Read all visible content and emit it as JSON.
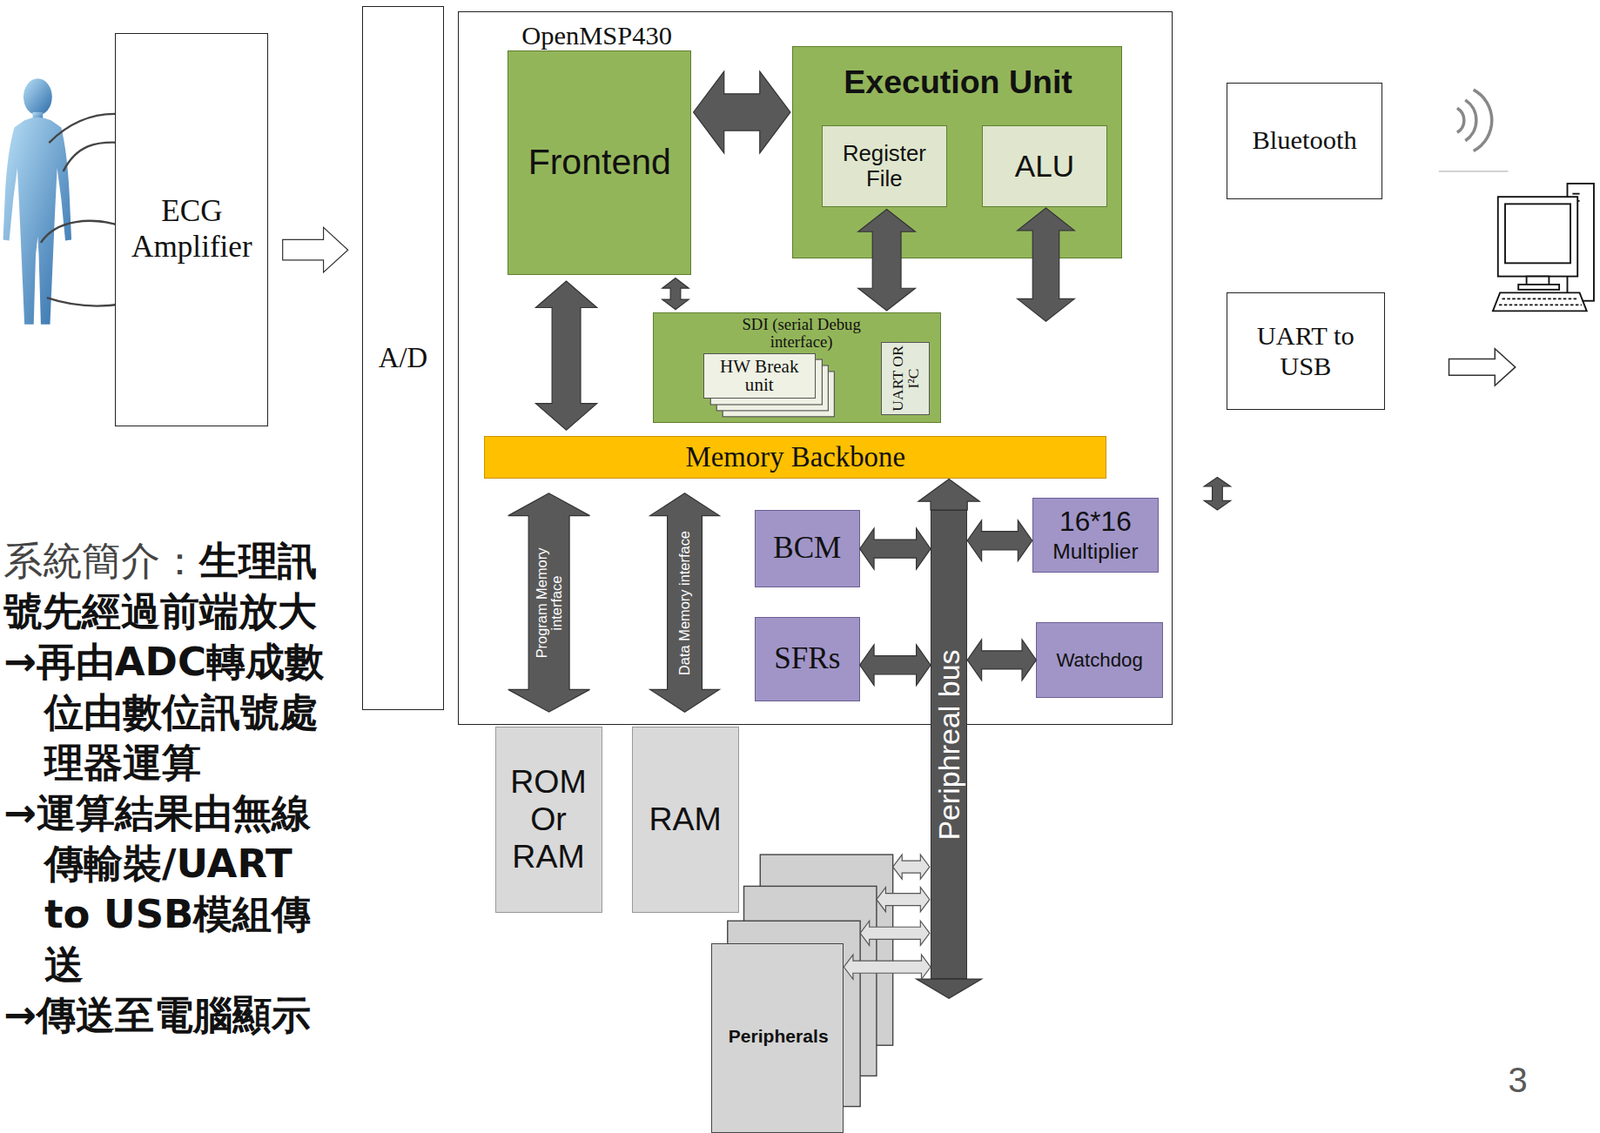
{
  "diagram": {
    "nodes": [
      {
        "text": [
          "ECG Amplifier"
        ]
      },
      {
        "text": [
          "A/D"
        ]
      },
      {
        "text": [
          "OpenMSP430"
        ]
      },
      {
        "text": [
          "Frontend"
        ],
        "in": 2
      },
      {
        "text": [
          "Execution Unit"
        ],
        "in": 2
      },
      {
        "text": [
          "Register File"
        ],
        "in": 4
      },
      {
        "text": [
          "ALU"
        ],
        "in": 4
      },
      {
        "text": [
          "SDI (serial Debug interface)"
        ],
        "in": 2
      },
      {
        "text": [
          "HW Break unit"
        ],
        "in": 7
      },
      {
        "text": [
          "UART OR I²C"
        ],
        "in": 7
      },
      {
        "text": [
          "Memory Backbone"
        ],
        "in": 2
      },
      {
        "text": [
          "BCM"
        ],
        "in": 2
      },
      {
        "text": [
          "16*16",
          "Multiplier"
        ],
        "in": 2
      },
      {
        "text": [
          "SFRs"
        ],
        "in": 2
      },
      {
        "text": [
          "Watchdog"
        ],
        "in": 2
      },
      {
        "text": [
          "Periphreal bus"
        ]
      },
      {
        "text": [
          "ROM Or RAM"
        ]
      },
      {
        "text": [
          "RAM"
        ]
      },
      {
        "text": [
          "Peripherals"
        ]
      },
      {
        "text": [
          "Bluetooth"
        ]
      },
      {
        "text": [
          "UART to USB"
        ]
      }
    ],
    "edges": [
      {
        "from": 0,
        "to": 1,
        "arrow": "to"
      },
      {
        "from": 3,
        "to": 4,
        "arrow": "both"
      },
      {
        "from": 3,
        "to": 7,
        "arrow": "both"
      },
      {
        "from": 5,
        "to": 7,
        "arrow": "both"
      },
      {
        "from": 3,
        "to": 10,
        "arrow": "both"
      },
      {
        "from": 10,
        "to": 16,
        "label": "Program Memory interface",
        "arrow": "both"
      },
      {
        "from": 10,
        "to": 17,
        "label": "Data Memory interface",
        "arrow": "both"
      },
      {
        "from": 11,
        "to": 15,
        "arrow": "both"
      },
      {
        "from": 15,
        "to": 12,
        "arrow": "both"
      },
      {
        "from": 13,
        "to": 15,
        "arrow": "both"
      },
      {
        "from": 15,
        "to": 14,
        "arrow": "both"
      },
      {
        "from": 18,
        "to": 15,
        "arrow": "both"
      },
      {
        "from": 15,
        "to": 10,
        "arrow": "to"
      }
    ],
    "labels": [
      "系統簡介：",
      "生理訊號先經過前端放大",
      "→再由ADC轉成數位由數位訊號處理器運算",
      "→運算結果由無線傳輸裝/UART to USB模組傳送",
      "→傳送至電腦顯示",
      "3"
    ]
  }
}
